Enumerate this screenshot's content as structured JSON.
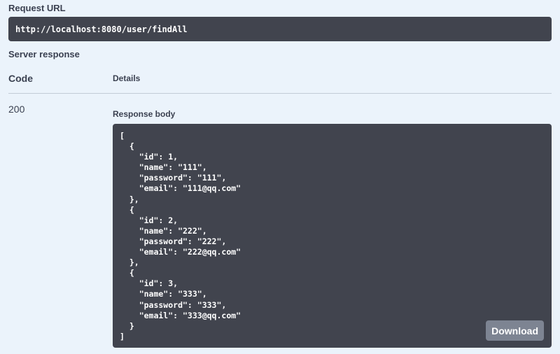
{
  "request": {
    "label": "Request URL",
    "url": "http://localhost:8080/user/findAll"
  },
  "server_response": {
    "label": "Server response",
    "columns": {
      "code": "Code",
      "details": "Details"
    },
    "status_code": "200",
    "body_label": "Response body",
    "body_text": "[\n  {\n    \"id\": 1,\n    \"name\": \"111\",\n    \"password\": \"111\",\n    \"email\": \"111@qq.com\"\n  },\n  {\n    \"id\": 2,\n    \"name\": \"222\",\n    \"password\": \"222\",\n    \"email\": \"222@qq.com\"\n  },\n  {\n    \"id\": 3,\n    \"name\": \"333\",\n    \"password\": \"333\",\n    \"email\": \"333@qq.com\"\n  }\n]",
    "download_label": "Download"
  },
  "colors": {
    "page_background": "#ebf3fb",
    "code_block_background": "#41444e",
    "download_button": "#7d8492",
    "text": "#3b4151"
  }
}
